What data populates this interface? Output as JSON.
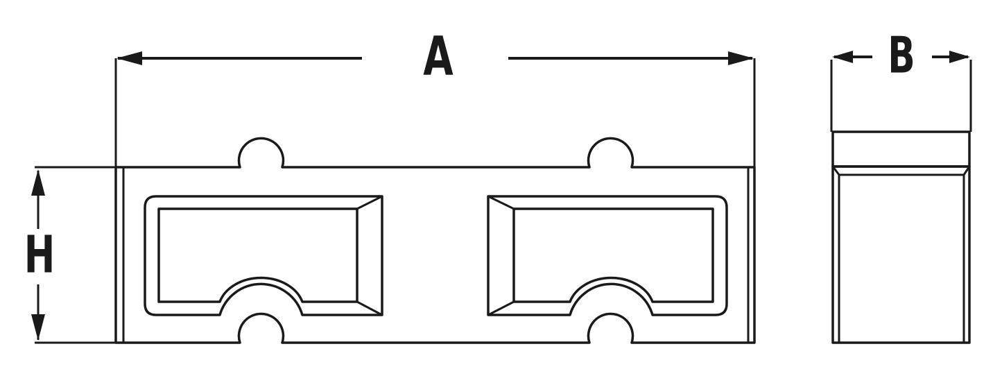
{
  "dimensions": {
    "length_label": "A",
    "width_label": "B",
    "height_label": "H"
  },
  "colors": {
    "line": "#1a1a1a",
    "background": "#ffffff"
  }
}
